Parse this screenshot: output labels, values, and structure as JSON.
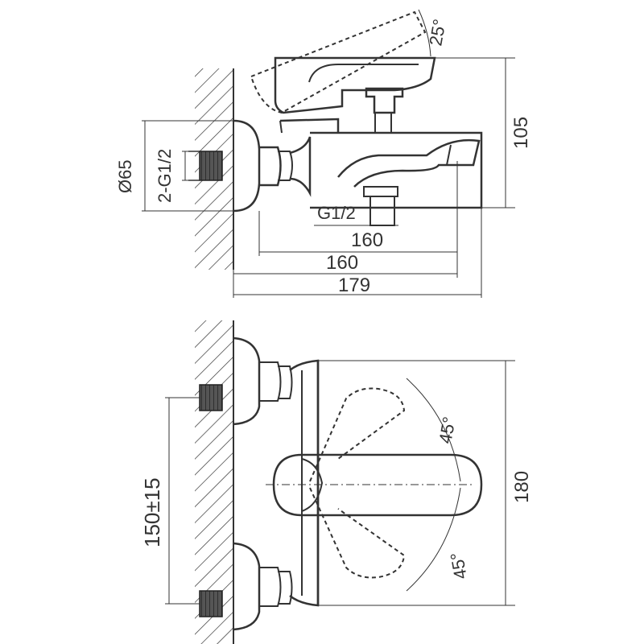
{
  "top_view": {
    "angle_label": "25°",
    "height_label": "105",
    "diameter_label": "Ø65",
    "inlet_label": "2-G1/2",
    "outlet_label": "G1/2",
    "dim_inner_label": "160",
    "dim_mid_label": "160",
    "dim_total_label": "179"
  },
  "front_view": {
    "angle_up_label": "45°",
    "angle_down_label": "45°",
    "centers_label": "150±15",
    "width_label": "180"
  },
  "colors": {
    "line": "#333333",
    "background": "#ffffff"
  }
}
